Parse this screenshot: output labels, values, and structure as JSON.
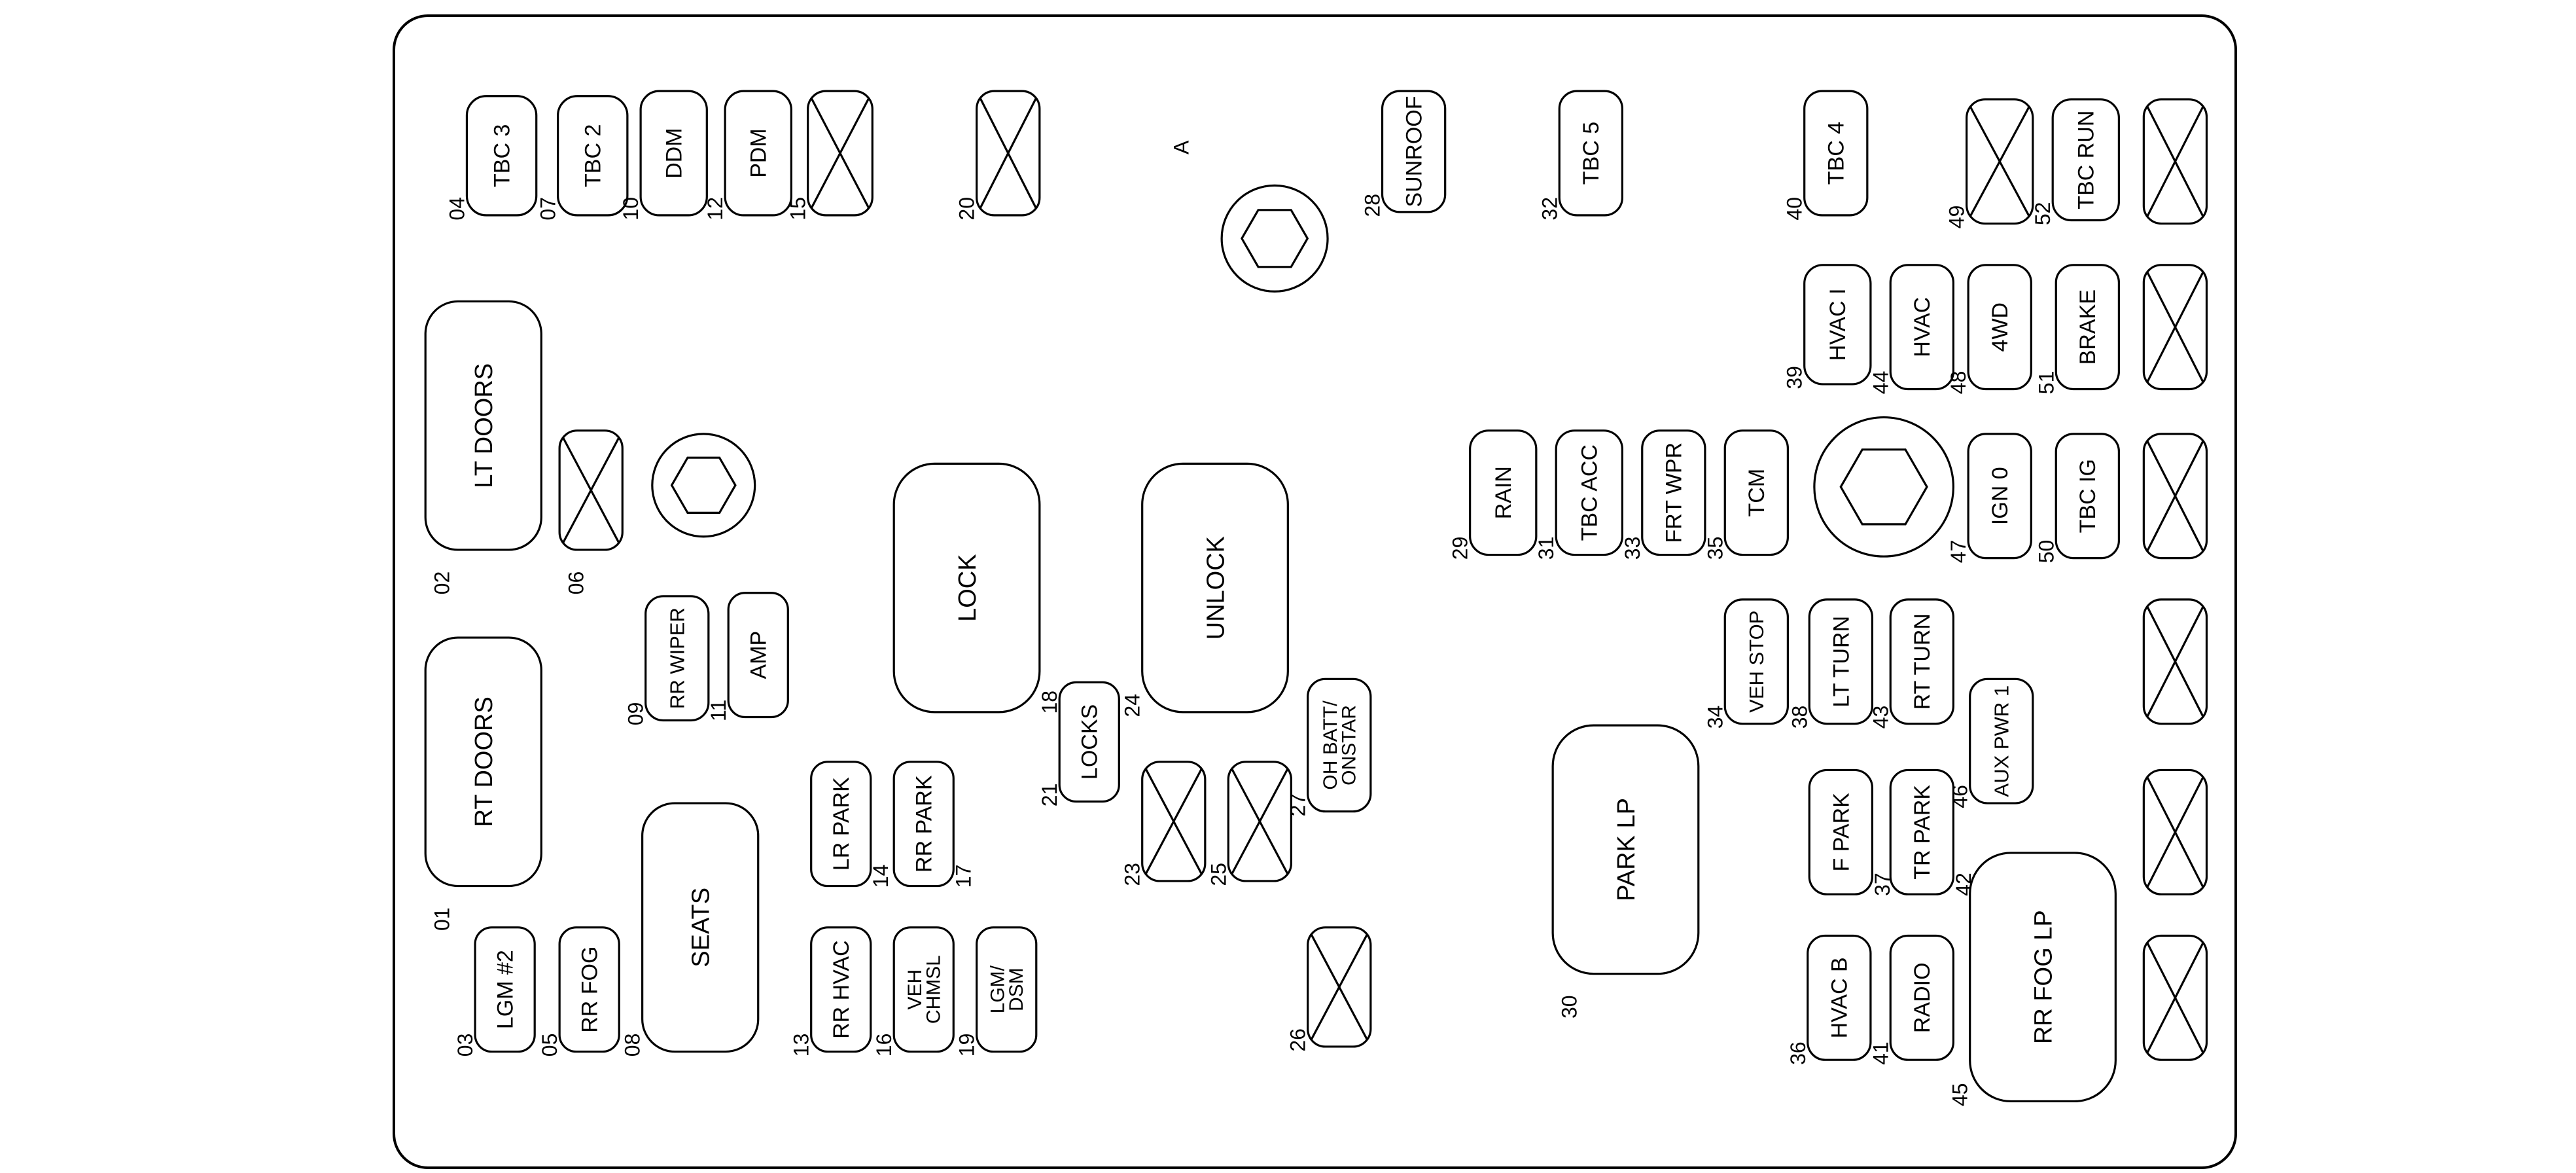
{
  "fuses": [
    {
      "id": "04",
      "label": "TBC 3"
    },
    {
      "id": "07",
      "label": "TBC 2"
    },
    {
      "id": "10",
      "label": "DDM"
    },
    {
      "id": "12",
      "label": "PDM"
    },
    {
      "id": "15",
      "label": ""
    },
    {
      "id": "20",
      "label": ""
    },
    {
      "id": "28",
      "label": "SUNROOF"
    },
    {
      "id": "32",
      "label": "TBC 5"
    },
    {
      "id": "40",
      "label": "TBC 4"
    },
    {
      "id": "49",
      "label": ""
    },
    {
      "id": "52",
      "label": "TBC RUN"
    },
    {
      "id": "02",
      "label": "LT DOORS"
    },
    {
      "id": "06",
      "label": ""
    },
    {
      "id": "39",
      "label": "HVAC I"
    },
    {
      "id": "44",
      "label": "HVAC"
    },
    {
      "id": "48",
      "label": "4WD"
    },
    {
      "id": "51",
      "label": "BRAKE"
    },
    {
      "id": "29",
      "label": "RAIN"
    },
    {
      "id": "31",
      "label": "TBC ACC"
    },
    {
      "id": "33",
      "label": "FRT WPR"
    },
    {
      "id": "35",
      "label": "TCM"
    },
    {
      "id": "47",
      "label": "IGN 0"
    },
    {
      "id": "50",
      "label": "TBC IG"
    },
    {
      "id": "18",
      "label": "LOCK"
    },
    {
      "id": "24",
      "label": "UNLOCK"
    },
    {
      "id": "09",
      "label": "RR WIPER"
    },
    {
      "id": "11",
      "label": "AMP"
    },
    {
      "id": "01",
      "label": "RT DOORS"
    },
    {
      "id": "34",
      "label": "VEH STOP"
    },
    {
      "id": "38",
      "label": "LT TURN"
    },
    {
      "id": "43",
      "label": "RT TURN"
    },
    {
      "id": "21",
      "label": "LOCKS"
    },
    {
      "id": "27",
      "label": "OH BATT/\nONSTAR"
    },
    {
      "id": "46",
      "label": "AUX PWR 1"
    },
    {
      "id": "14",
      "label": "LR PARK"
    },
    {
      "id": "17",
      "label": "RR PARK"
    },
    {
      "id": "23",
      "label": ""
    },
    {
      "id": "25",
      "label": ""
    },
    {
      "id": "30",
      "label": "PARK LP"
    },
    {
      "id": "37",
      "label": "F PARK"
    },
    {
      "id": "42",
      "label": "TR PARK"
    },
    {
      "id": "08",
      "label": "SEATS"
    },
    {
      "id": "45",
      "label": "RR FOG LP"
    },
    {
      "id": "03",
      "label": "LGM #2"
    },
    {
      "id": "05",
      "label": "RR FOG"
    },
    {
      "id": "13",
      "label": "RR HVAC"
    },
    {
      "id": "16",
      "label": "VEH\nCHMSL"
    },
    {
      "id": "19",
      "label": "LGM/\nDSM"
    },
    {
      "id": "26",
      "label": ""
    },
    {
      "id": "36",
      "label": "HVAC B"
    },
    {
      "id": "41",
      "label": "RADIO"
    }
  ],
  "extra_blanks": 6,
  "bolts": [
    {
      "label": ""
    },
    {
      "label": "A"
    },
    {
      "label": ""
    }
  ]
}
